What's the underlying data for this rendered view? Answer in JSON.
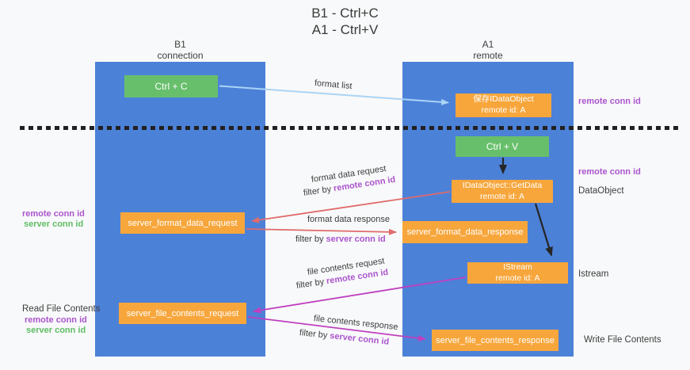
{
  "title": {
    "line1": "B1 - Ctrl+C",
    "line2": "A1 - Ctrl+V"
  },
  "lanes": {
    "left": {
      "name": "B1",
      "role": "connection"
    },
    "right": {
      "name": "A1",
      "role": "remote"
    }
  },
  "boxes": {
    "ctrl_c": {
      "label": "Ctrl + C"
    },
    "ctrl_v": {
      "label": "Ctrl + V"
    },
    "save_dataobject": {
      "line1": "保存IDataObject",
      "line2": "remote id: A"
    },
    "getdata": {
      "line1": "IDataObject::GetData",
      "line2": "remote id: A"
    },
    "istream": {
      "line1": "IStream",
      "line2": "remote id: A"
    },
    "server_format_data_request": {
      "label": "server_format_data_request"
    },
    "server_format_data_response": {
      "label": "server_format_data_response"
    },
    "server_file_contents_request": {
      "label": "server_file_contents_request"
    },
    "server_file_contents_response": {
      "label": "server_file_contents_response"
    }
  },
  "flow_labels": {
    "format_list": "format list",
    "format_data_request": "format data request",
    "format_data_request_filter_prefix": "filter by",
    "format_data_request_filter_value": "remote conn id",
    "format_data_response": "format data response",
    "format_data_response_filter_prefix": "filter by",
    "format_data_response_filter_value": "server conn id",
    "file_contents_request": "file contents request",
    "file_contents_request_filter_prefix": "filter by",
    "file_contents_request_filter_value": "remote conn id",
    "file_contents_response": "file contents response",
    "file_contents_response_filter_prefix": "filter by",
    "file_contents_response_filter_value": "server conn id"
  },
  "side_labels": {
    "right_remote_conn_id_top": "remote conn id",
    "right_remote_conn_id_mid": "remote conn id",
    "right_dataobject": "DataObject",
    "right_istream": "Istream",
    "right_write_file_contents": "Write File Contents",
    "left_remote_conn_id_1": "remote conn id",
    "left_server_conn_id_1": "server conn id",
    "left_read_file_contents": "Read File Contents",
    "left_remote_conn_id_2": "remote conn id",
    "left_server_conn_id_2": "server conn id"
  },
  "colors": {
    "lane_blue": "#4c81d8",
    "box_green": "#68bf6b",
    "box_orange": "#f7a63c",
    "arrow_blue": "#aad4f5",
    "arrow_black": "#262626",
    "arrow_red": "#e06b6b",
    "arrow_magenta": "#bf3fbf",
    "text_purple": "#ab55cd",
    "text_green": "#5fbd64",
    "divider_black": "#212121"
  }
}
